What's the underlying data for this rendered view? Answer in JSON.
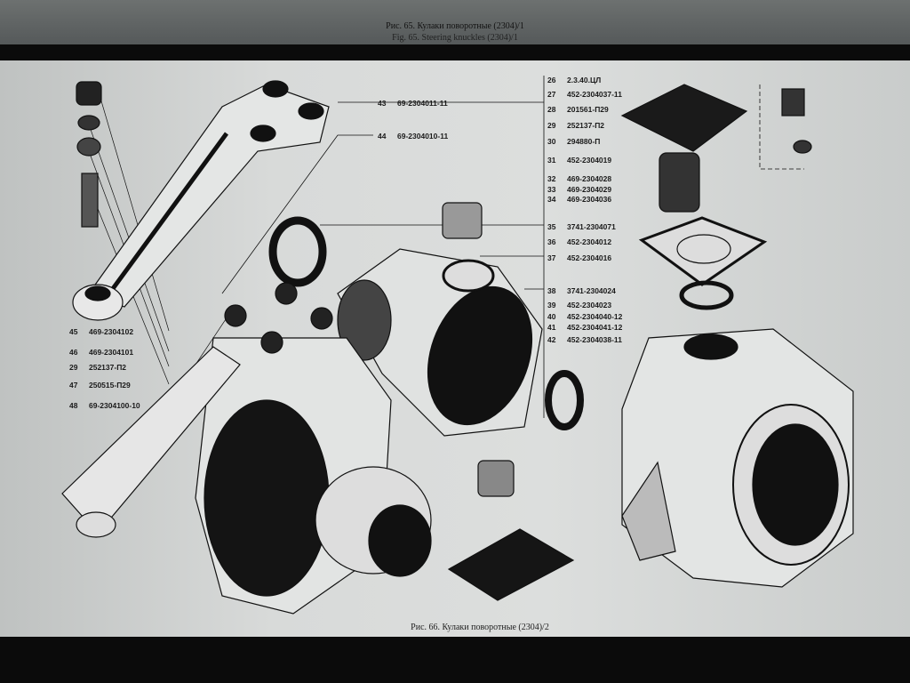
{
  "top_caption": {
    "ru": "Рис. 65. Кулаки поворотные (2304)/1",
    "en": "Fig. 65. Steering knuckles (2304)/1"
  },
  "bottom_caption": "Рис. 66. Кулаки поворотные (2304)/2",
  "parts_right": [
    {
      "n": "26",
      "code": "2.3.40.ЦЛ"
    },
    {
      "n": "27",
      "code": "452-2304037-11"
    },
    {
      "n": "28",
      "code": "201561-П29"
    },
    {
      "n": "29",
      "code": "252137-П2"
    },
    {
      "n": "30",
      "code": "294880-П"
    },
    {
      "n": "31",
      "code": "452-2304019"
    },
    {
      "n": "32",
      "code": "469-2304028"
    },
    {
      "n": "33",
      "code": "469-2304029"
    },
    {
      "n": "34",
      "code": "469-2304036"
    },
    {
      "n": "35",
      "code": "3741-2304071"
    },
    {
      "n": "36",
      "code": "452-2304012"
    },
    {
      "n": "37",
      "code": "452-2304016"
    },
    {
      "n": "38",
      "code": "3741-2304024"
    },
    {
      "n": "39",
      "code": "452-2304023"
    },
    {
      "n": "40",
      "code": "452-2304040-12"
    },
    {
      "n": "41",
      "code": "452-2304041-12"
    },
    {
      "n": "42",
      "code": "452-2304038-11"
    }
  ],
  "parts_center": [
    {
      "n": "43",
      "code": "69-2304011-11"
    },
    {
      "n": "44",
      "code": "69-2304010-11"
    }
  ],
  "parts_left": [
    {
      "n": "45",
      "code": "469-2304102"
    },
    {
      "n": "46",
      "code": "469-2304101"
    },
    {
      "n": "29",
      "code": "252137-П2"
    },
    {
      "n": "47",
      "code": "250515-П29"
    },
    {
      "n": "48",
      "code": "69-2304100-10"
    }
  ]
}
